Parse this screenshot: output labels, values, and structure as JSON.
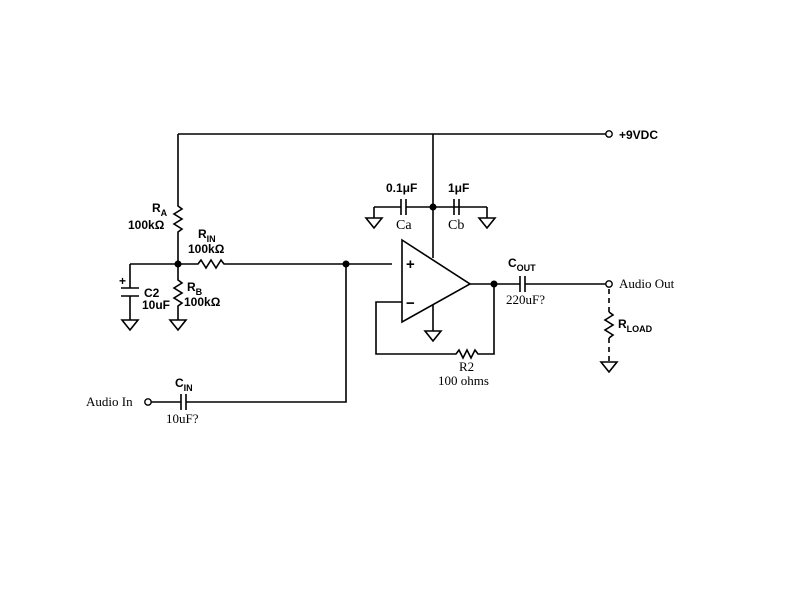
{
  "power": {
    "label": "+9VDC"
  },
  "ra": {
    "name": "R",
    "sub": "A",
    "value": "100kΩ"
  },
  "rin": {
    "name": "R",
    "sub": "IN",
    "value": "100kΩ"
  },
  "rb": {
    "name": "R",
    "sub": "B",
    "value": "100kΩ"
  },
  "c2": {
    "polarity": "+",
    "name": "C2",
    "value": "10uF"
  },
  "ca": {
    "value": "0.1μF",
    "name": "Ca"
  },
  "cb": {
    "value": "1μF",
    "name": "Cb"
  },
  "opamp": {
    "plus": "+",
    "minus": "−"
  },
  "cout": {
    "name": "C",
    "sub": "OUT",
    "value": "220uF?"
  },
  "r2": {
    "name": "R2",
    "value": "100 ohms"
  },
  "rload": {
    "name": "R",
    "sub": "LOAD"
  },
  "cin": {
    "name": "C",
    "sub": "IN",
    "value": "10uF?"
  },
  "audio_in": {
    "label": "Audio In"
  },
  "audio_out": {
    "label": "Audio Out"
  }
}
